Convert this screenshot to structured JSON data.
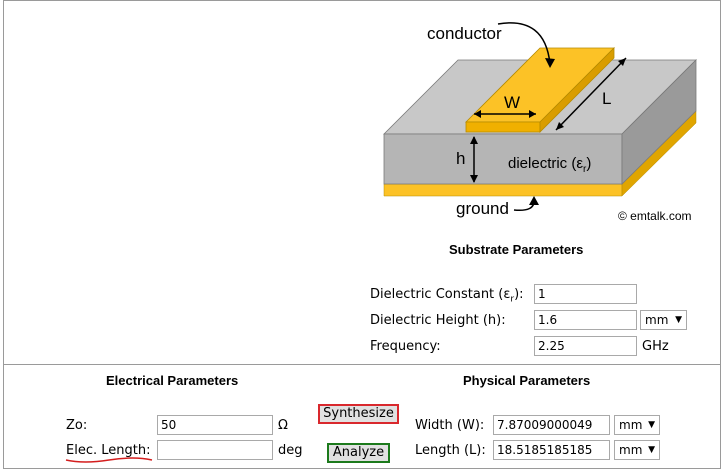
{
  "diagram": {
    "conductor_label": "conductor",
    "w_label": "W",
    "l_label": "L",
    "h_label": "h",
    "dielectric_label": "dielectric (ε",
    "dielectric_sub": "r",
    "dielectric_close": ")",
    "ground_label": "ground",
    "copyright": "© emtalk.com",
    "colors": {
      "conductor": "#fcc226",
      "dielectric_top": "#c8c8c8",
      "dielectric_side": "#9a9a9a",
      "dielectric_front": "#b5b5b5"
    }
  },
  "substrate": {
    "title": "Substrate Parameters",
    "dielectric_constant_label": "Dielectric Constant (ε",
    "dielectric_constant_sub": "r",
    "dielectric_constant_close": "):",
    "dielectric_constant_value": "1",
    "dielectric_height_label": "Dielectric Height (h):",
    "dielectric_height_value": "1.6",
    "dielectric_height_unit": "mm",
    "frequency_label": "Frequency:",
    "frequency_value": "2.25",
    "frequency_unit": "GHz"
  },
  "electrical": {
    "title": "Electrical Parameters",
    "zo_label": "Zo:",
    "zo_value": "50",
    "zo_unit": "Ω",
    "elec_length_label": "Elec. Length",
    "elec_length_colon": ":",
    "elec_length_value": "",
    "elec_length_unit": "deg"
  },
  "actions": {
    "synthesize_label": "Synthesize",
    "analyze_label": "Analyze"
  },
  "physical": {
    "title": "Physical Parameters",
    "width_label": "Width (W):",
    "width_value": "7.87009000049",
    "width_unit": "mm",
    "length_label": "Length (L):",
    "length_value": "18.5185185185",
    "length_unit": "mm"
  }
}
